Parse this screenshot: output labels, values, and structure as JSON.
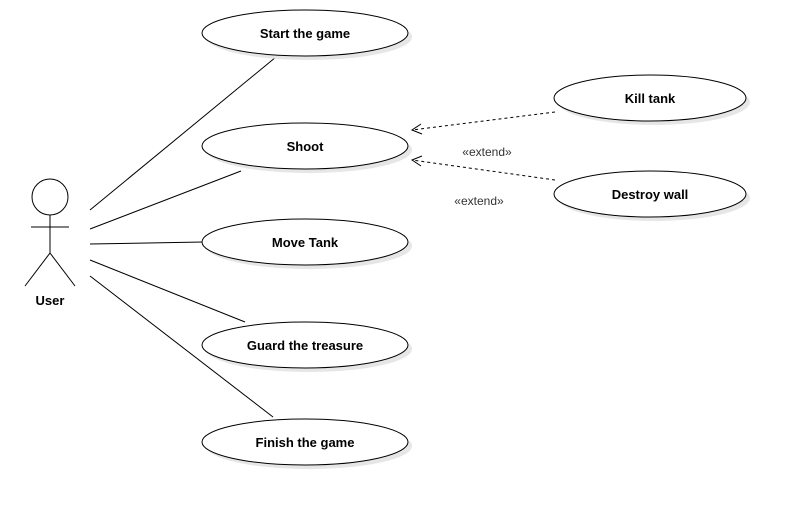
{
  "actor": {
    "name": "User"
  },
  "use_cases": {
    "start": "Start the game",
    "shoot": "Shoot",
    "move": "Move Tank",
    "guard": "Guard the treasure",
    "finish": "Finish the game",
    "kill": "Kill tank",
    "destroy": "Destroy wall"
  },
  "relations": {
    "extend_kill": "«extend»",
    "extend_destroy": "«extend»"
  }
}
